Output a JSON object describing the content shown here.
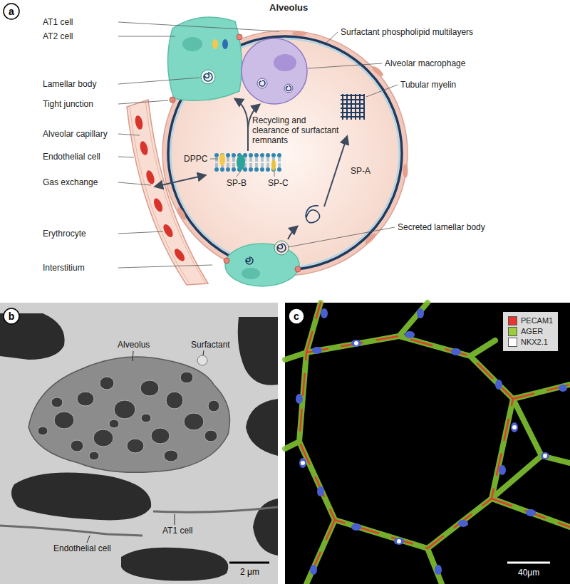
{
  "diagram": {
    "nodes": [
      {
        "text": [
          "a"
        ]
      },
      {
        "text": [
          "b"
        ]
      },
      {
        "text": [
          "c"
        ]
      }
    ],
    "labels": [
      "Alveolus",
      "AT1 cell",
      "AT2 cell",
      "Lamellar body",
      "Tight junction",
      "Alveolar capillary",
      "Endothelial cell",
      "Gas exchange",
      "Erythrocyte",
      "Interstitium",
      "Surfactant phospholipid multilayers",
      "Alveolar macrophage",
      "Tubular myelin",
      "Secreted lamellar body",
      "Recycling and clearance of surfactant remnants",
      "DPPC",
      "SP-B",
      "SP-C",
      "SP-A",
      "Alveolus",
      "Surfactant",
      "AT1 cell",
      "Endothelial cell",
      "2 μm",
      "40μm"
    ],
    "legend": [
      {
        "text": "PECAM1",
        "color": "#e8352e"
      },
      {
        "text": "AGER",
        "color": "#9ccc3c"
      },
      {
        "text": "NKX2.1",
        "color": "#ffffff"
      }
    ]
  }
}
